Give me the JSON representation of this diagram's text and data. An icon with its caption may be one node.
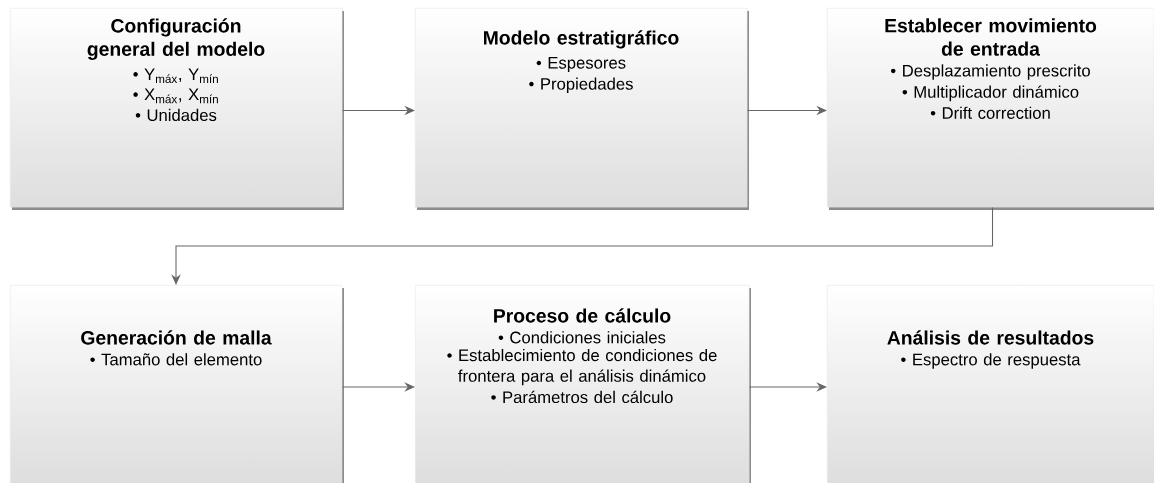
{
  "diagram": {
    "nodes": [
      {
        "text": [
          "Configuración general del modelo",
          "• Y$_{máx}$, Y$_{mín}$",
          "• X$_{máx}$, X$_{mín}$",
          "• Unidades"
        ]
      },
      {
        "text": [
          "Modelo estratigráfico",
          "• Espesores",
          "• Propiedades"
        ]
      },
      {
        "text": [
          "Establecer movimiento de entrada",
          "• Desplazamiento prescrito",
          "• Multiplicador dinámico",
          "• Drift correction"
        ]
      },
      {
        "text": [
          "Generación de malla",
          "• Tamaño del elemento"
        ]
      },
      {
        "text": [
          "Proceso de cálculo",
          "• Condiciones iniciales",
          "• Establecimiento de condiciones de frontera para el análisis dinámico",
          "• Parámetros del cálculo"
        ]
      },
      {
        "text": [
          "Análisis de resultados",
          "• Espectro de respuesta"
        ]
      }
    ],
    "edges": [
      {
        "from": 0,
        "to": 1,
        "arrow": "to"
      },
      {
        "from": 1,
        "to": 2,
        "arrow": "to"
      },
      {
        "from": 2,
        "to": 3,
        "arrow": "to"
      },
      {
        "from": 3,
        "to": 4,
        "arrow": "to"
      },
      {
        "from": 4,
        "to": 5,
        "arrow": "to"
      }
    ]
  }
}
